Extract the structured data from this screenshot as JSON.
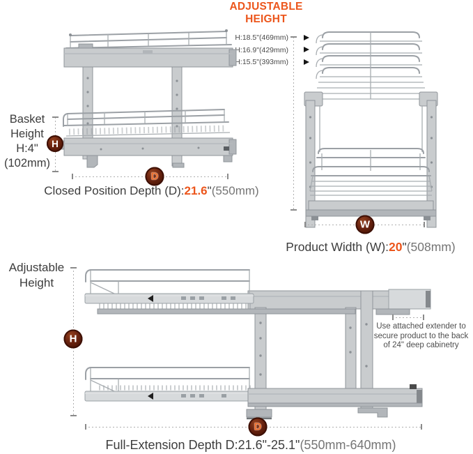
{
  "adj_title": {
    "line1": "ADJUSTABLE",
    "line2": "HEIGHT"
  },
  "height_options": [
    "H:18.5\"(469mm)",
    "H:16.9\"(429mm)",
    "H:15.5\"(393mm)"
  ],
  "badges": {
    "height": "H",
    "depth": "D",
    "width": "W"
  },
  "closed_view": {
    "basket_height_lines": [
      "Basket",
      "Height",
      "H:4\"",
      "(102mm)"
    ],
    "caption": {
      "prefix": "Closed Position Depth (D):",
      "value": "21.6",
      "unit": "\"",
      "mm": "(550mm)"
    }
  },
  "front_view": {
    "caption": {
      "prefix": "Product Width (W):",
      "value": "20",
      "unit": "\"",
      "mm": "(508mm)"
    }
  },
  "extended_view": {
    "adjustable_lines": [
      "Adjustable",
      "Height"
    ],
    "note_lines": [
      "Use attached extender to",
      "secure product to the back",
      "of 24\" deep cabinetry"
    ],
    "caption": {
      "main": "Full-Extension Depth D:21.6\"-25.1\"",
      "mm": "(550mm-640mm)"
    }
  },
  "colors": {
    "accent_orange": "#ec561c",
    "badge_maroon": "#4e1606",
    "metal_gray": "#c9ccce",
    "text_dark": "#3d3d3d"
  }
}
